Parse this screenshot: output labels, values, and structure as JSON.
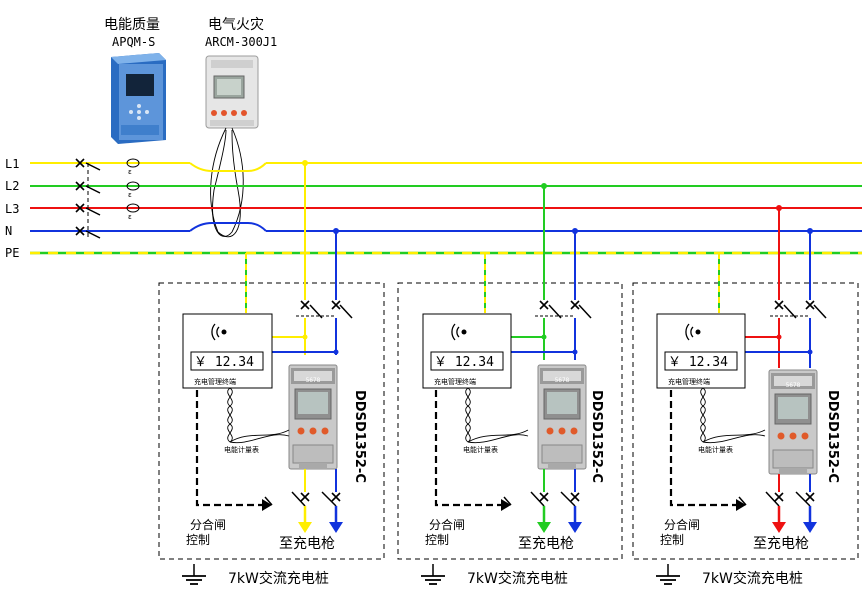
{
  "devices": {
    "power_quality": {
      "title": "电能质量",
      "model": "APQM-S"
    },
    "fire": {
      "title": "电气火灾",
      "model": "ARCM-300J1"
    }
  },
  "bus_labels": [
    "L1",
    "L2",
    "L3",
    "N",
    "PE"
  ],
  "colors": {
    "L1": "#ffee00",
    "L2": "#22cc22",
    "L3": "#ee1111",
    "N": "#1133dd",
    "PE_a": "#22cc22",
    "PE_b": "#ffee00"
  },
  "unit": {
    "screen_text": "￥ 12.34",
    "terminal_label": "充电管理终端",
    "meter_label": "电能计量表",
    "meter_model": "DDSD1352-C",
    "meter_display": "5678",
    "control_label": [
      "分合闸",
      "控制"
    ],
    "to_charger": "至充电枪",
    "title": "7kW交流充电桩"
  }
}
